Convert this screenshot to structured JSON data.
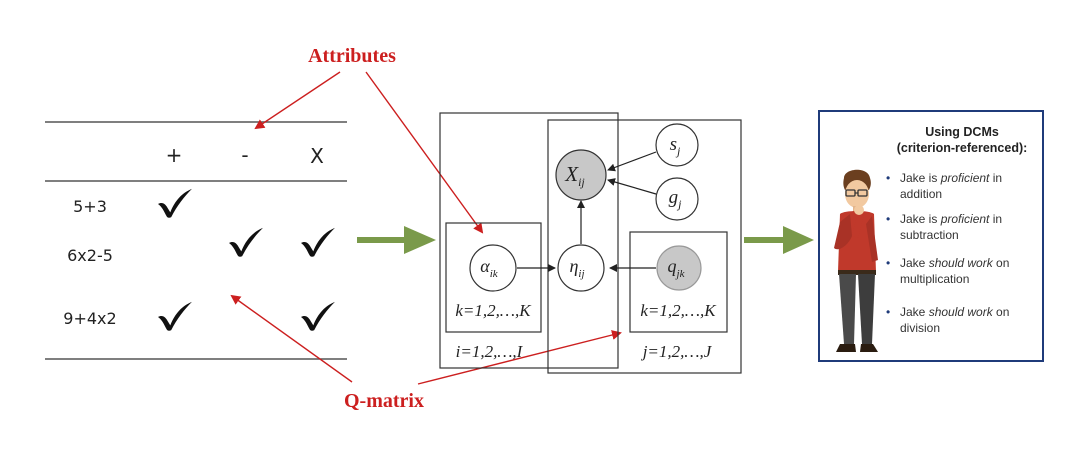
{
  "annotations": {
    "attributes": "Attributes",
    "qmatrix": "Q-matrix"
  },
  "table": {
    "headers": [
      "+",
      "-",
      "X"
    ],
    "rows": [
      {
        "label": "5+3",
        "checks": [
          true,
          false,
          false
        ]
      },
      {
        "label": "6x2-5",
        "checks": [
          false,
          true,
          true
        ]
      },
      {
        "label": "9+4x2",
        "checks": [
          true,
          false,
          true
        ]
      }
    ]
  },
  "model": {
    "x_node": {
      "base": "X",
      "sub": "ij"
    },
    "s_node": {
      "base": "s",
      "sub": "j"
    },
    "g_node": {
      "base": "g",
      "sub": "j"
    },
    "alpha_node": {
      "base": "α",
      "sub": "ik"
    },
    "eta_node": {
      "base": "η",
      "sub": "ij"
    },
    "q_node": {
      "base": "q",
      "sub": "jk"
    },
    "plate_k_left": "k=1,2,…,K",
    "plate_k_right": "k=1,2,…,K",
    "plate_i": "i=1,2,…,I",
    "plate_j": "j=1,2,…,J"
  },
  "dcm": {
    "title_line1": "Using DCMs",
    "title_line2": "(criterion-referenced):",
    "items": [
      {
        "pre": "Jake is ",
        "em": "proficient",
        "post": " in addition"
      },
      {
        "pre": "Jake is ",
        "em": "proficient",
        "post": " in subtraction"
      },
      {
        "pre": "Jake ",
        "em": "should work",
        "post": " on multiplication"
      },
      {
        "pre": "Jake ",
        "em": "should work",
        "post": " on division"
      }
    ]
  },
  "colors": {
    "annotation": "#cc1f1f",
    "arrow_green": "#7a9a4a",
    "box_border": "#1f3b7a",
    "node_shaded": "#c8c8c8",
    "check": "#111111"
  }
}
